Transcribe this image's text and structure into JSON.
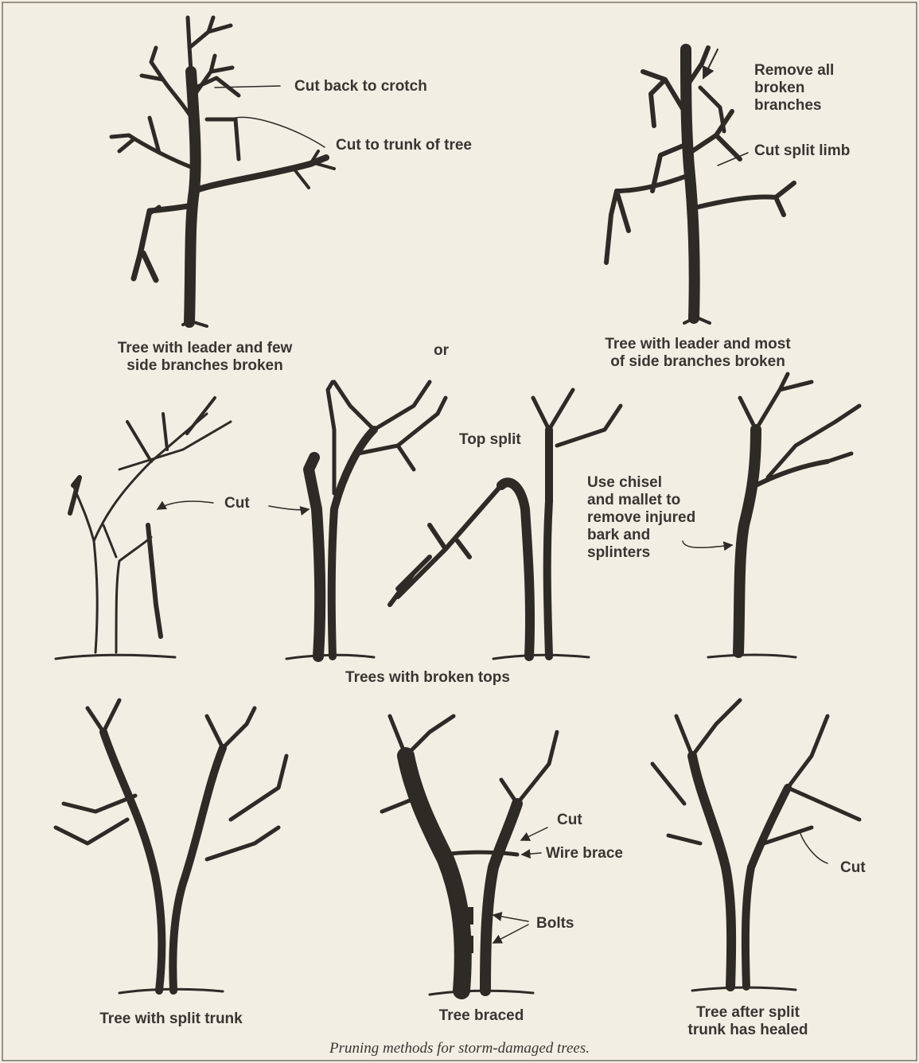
{
  "diagram": {
    "labels": {
      "cut_back_to_crotch": "Cut back to crotch",
      "cut_to_trunk": "Cut to trunk of tree",
      "remove_broken": "Remove all\nbroken\nbranches",
      "cut_split_limb": "Cut split limb",
      "or": "or",
      "cut_middle": "Cut",
      "top_split": "Top split",
      "chisel": "Use chisel\nand mallet to\nremove injured\nbark and\nsplinters",
      "cut_braced": "Cut",
      "wire_brace": "Wire brace",
      "bolts": "Bolts",
      "cut_healed": "Cut"
    },
    "captions": {
      "tree1": "Tree with leader and few\nside branches broken",
      "tree2": "Tree with leader and most\nof side branches broken",
      "broken_tops": "Trees with broken tops",
      "split_trunk": "Tree with split trunk",
      "braced": "Tree braced",
      "healed": "Tree after split\ntrunk has healed"
    },
    "figure_caption": "Pruning methods for storm-damaged trees."
  }
}
